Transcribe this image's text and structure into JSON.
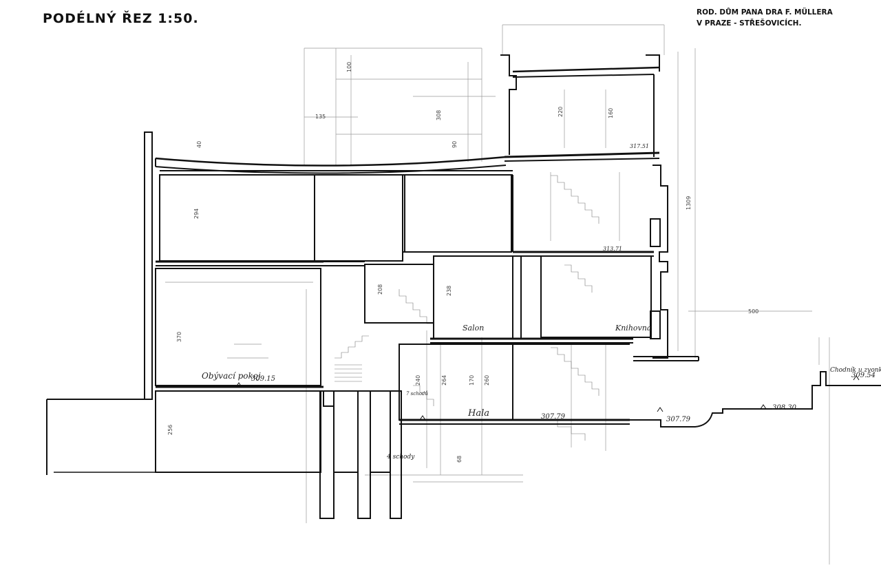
{
  "header": {
    "title": "PODÉLNÝ ŘEZ 1:50.",
    "project_line1": "ROD. DŮM PANA DRA F. MÜLLERA",
    "project_line2": "V PRAZE - STŘEŠOVICÍCH."
  },
  "rooms": {
    "living_room": "Obývací pokoj",
    "salon": "Salon",
    "library": "Knihovna",
    "hall": "Hala"
  },
  "levels": {
    "living_level": "309.15",
    "hall_level": "307.79",
    "hall_level_alt": "307.79",
    "landing_level": "307.79",
    "terrace_level": "309.54",
    "ground_level": "308.30",
    "roof_level": "317.51",
    "upper_level": "313.71"
  },
  "annotations": {
    "terrace_note": "Chodník u zvonku",
    "steps_note": "4 schody",
    "steps_note2": "7 schodů"
  },
  "dimensions": {
    "d_135": "135",
    "d_100": "100",
    "d_308": "308",
    "d_500": "500",
    "d_1309": "1309",
    "d_256": "256",
    "d_370": "370",
    "d_294": "294",
    "d_208": "208",
    "d_238": "238",
    "d_260": "260",
    "d_240": "240",
    "d_170": "170",
    "d_264": "264",
    "d_220": "220",
    "d_160": "160",
    "d_90": "90",
    "d_40": "40",
    "d_68": "68"
  }
}
